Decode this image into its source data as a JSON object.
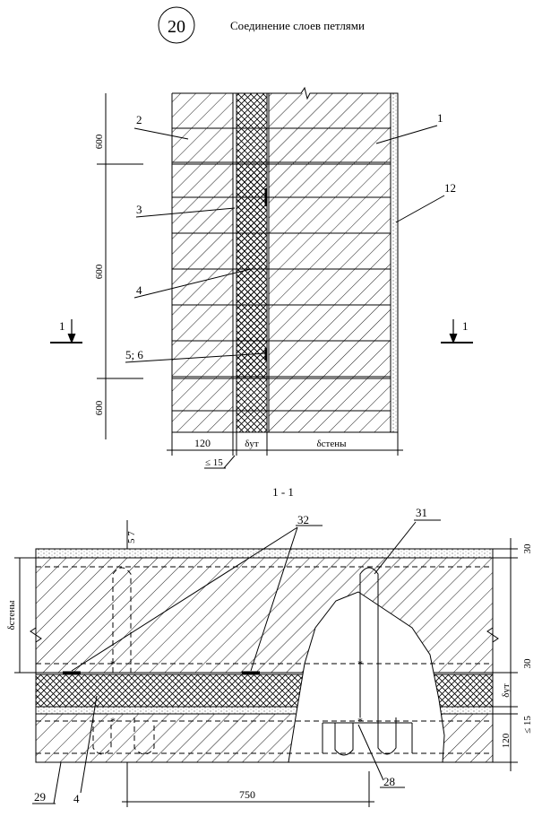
{
  "sheet": {
    "number": "20",
    "title": "Соединение слоев петлями"
  },
  "elevation": {
    "dims_left": [
      "600",
      "600",
      "600"
    ],
    "dims_bottom": [
      "120",
      "δут",
      "δстены"
    ],
    "dim_gap": "≤ 15",
    "callouts": [
      "1",
      "2",
      "3",
      "4",
      "5; 6",
      "12"
    ],
    "section_mark_left": "1",
    "section_mark_right": "1"
  },
  "section": {
    "title": "1 - 1",
    "callouts": [
      "5 7",
      "32",
      "31",
      "28",
      "29",
      "4"
    ],
    "dims_right": [
      "30",
      "30",
      "δут",
      "≤ 15",
      "120"
    ],
    "dim_left": "δстены",
    "dim_bottom": "750"
  },
  "colors": {
    "ink": "#000000",
    "paper": "#ffffff"
  }
}
